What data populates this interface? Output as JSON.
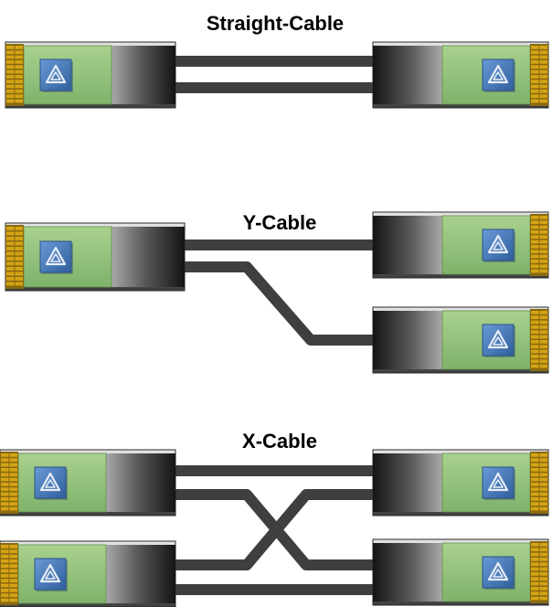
{
  "titles": {
    "straight": "Straight-Cable",
    "y": "Y-Cable",
    "x": "X-Cable"
  },
  "colors": {
    "cable": "#3f3f3f",
    "pcb": "#93c47d",
    "pin": "#d4a414",
    "chip": "#4a80bf",
    "background": "#ffffff"
  },
  "icons": {
    "connector": "transceiver-module-icon",
    "chip": "chip-logo-icon"
  }
}
